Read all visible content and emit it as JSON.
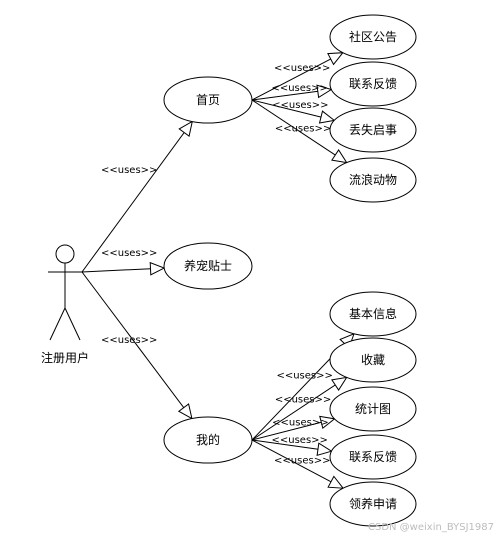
{
  "actor": {
    "name": "注册用户"
  },
  "relation_label": "<<uses>>",
  "level1": [
    {
      "id": "home",
      "label": "首页",
      "children": [
        "社区公告",
        "联系反馈",
        "丢失启事",
        "流浪动物"
      ]
    },
    {
      "id": "tips",
      "label": "养宠贴士",
      "children": []
    },
    {
      "id": "mine",
      "label": "我的",
      "children": [
        "基本信息",
        "收藏",
        "统计图",
        "联系反馈",
        "领养申请"
      ]
    }
  ],
  "watermark": "CSDN @weixin_BYSJ1987"
}
